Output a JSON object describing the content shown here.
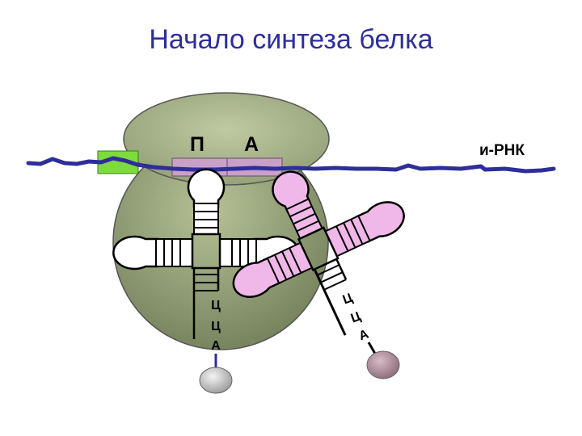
{
  "title": "Начало синтеза белка",
  "labels": {
    "site_p": "П",
    "site_a": "А",
    "mrna": "и-РНК",
    "trna1_c1": "Ц",
    "trna1_c2": "Ц",
    "trna1_a": "А",
    "trna2_c1": "Ц",
    "trna2_c2": "Ц",
    "trna2_a": "А"
  },
  "colors": {
    "title": "#2e2e9a",
    "ribosome_large": "#8a9a6a",
    "ribosome_small": "#a7b486",
    "mrna": "#2e2e9a",
    "start_block": "#7ddc3c",
    "codon": "#c8a0c8",
    "trna_pink": "#f0b8e8",
    "amino_gray": "#c8c8c8",
    "amino_mauve": "#b08a98"
  }
}
